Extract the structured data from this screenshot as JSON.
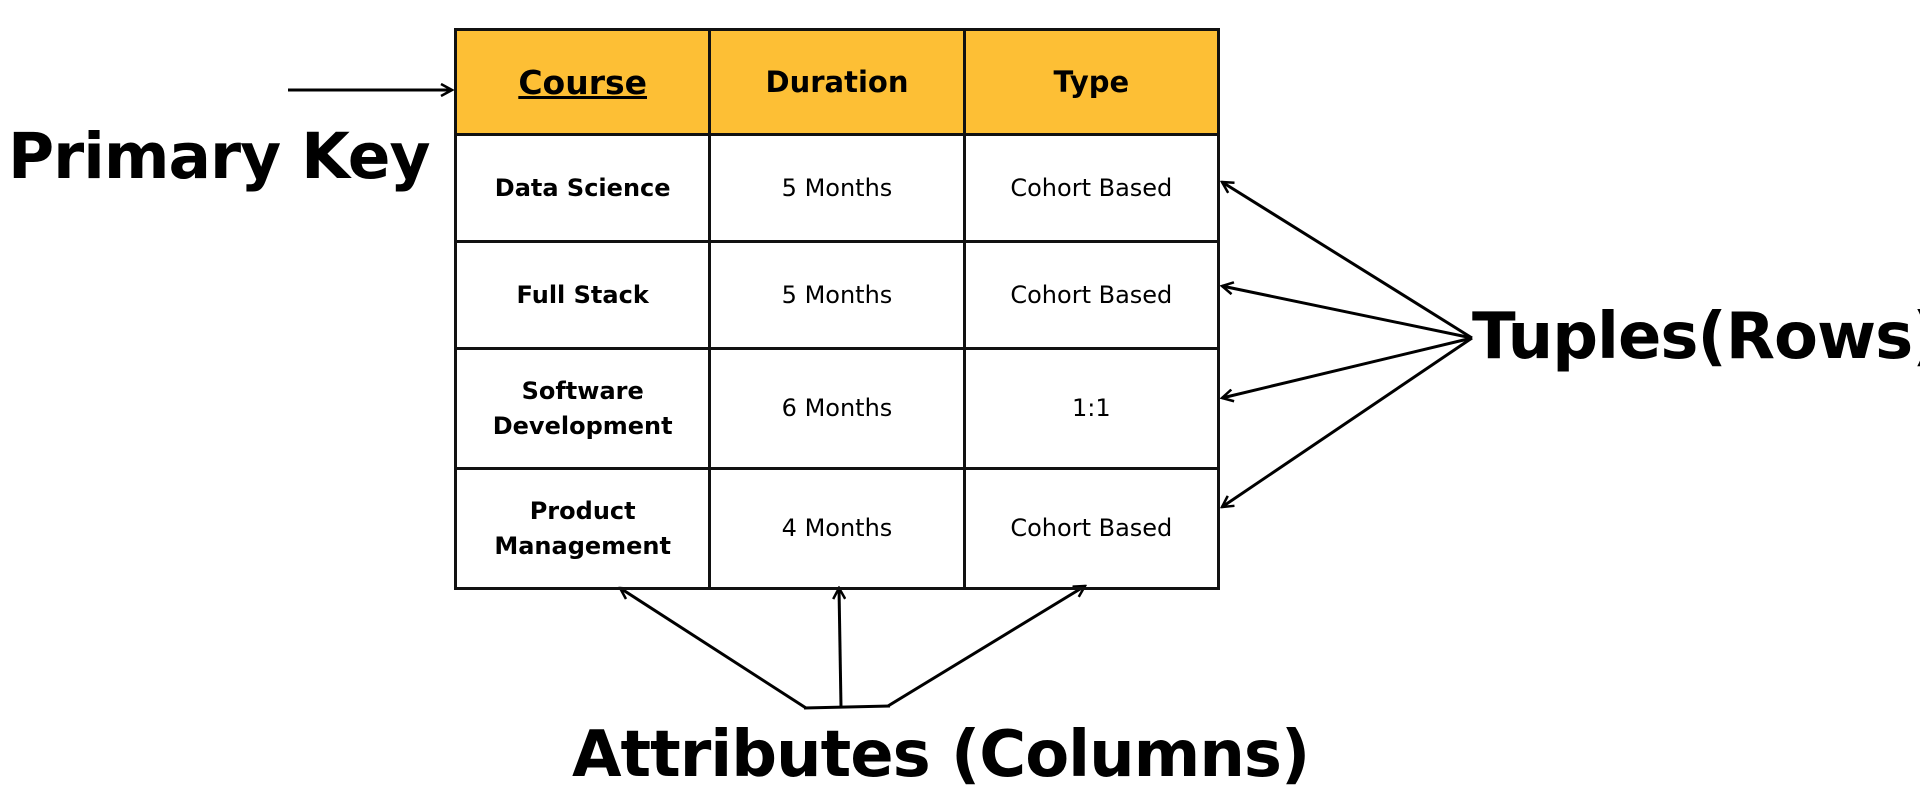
{
  "labels": {
    "primary_key": "Primary Key",
    "tuples": "Tuples(Rows)",
    "attributes": "Attributes (Columns)"
  },
  "table": {
    "headers": [
      "Course",
      "Duration",
      "Type"
    ],
    "rows": [
      [
        "Data Science",
        "5 Months",
        "Cohort Based"
      ],
      [
        "Full Stack",
        "5 Months",
        "Cohort Based"
      ],
      [
        "Software Development",
        "6 Months",
        "1:1"
      ],
      [
        "Product Management",
        "4 Months",
        "Cohort Based"
      ]
    ]
  },
  "colors": {
    "header_background": "#FDBF35",
    "border": "#111111",
    "text": "#000000",
    "background": "#FFFFFF"
  },
  "icons": {
    "arrow": "arrow-icon"
  }
}
